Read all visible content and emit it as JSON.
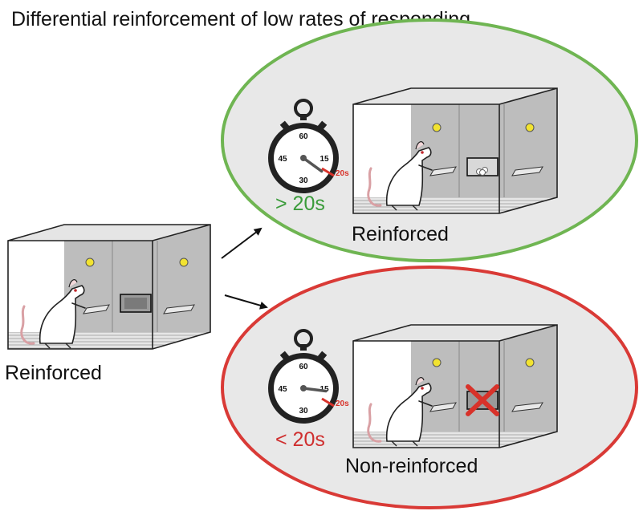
{
  "title": "Differential reinforcement of low rates of responding",
  "initial": {
    "label": "Reinforced"
  },
  "outcomes": [
    {
      "condition": "> 20s",
      "label": "Reinforced",
      "border_color": "#6fb552",
      "condition_color": "#3a9b3a",
      "timer": {
        "marks": [
          "60",
          "15",
          "30",
          "45"
        ],
        "threshold": "20s",
        "elapsed_fraction": 0.35
      },
      "food_delivered": true
    },
    {
      "condition": "< 20s",
      "label": "Non-reinforced",
      "border_color": "#d93a36",
      "condition_color": "#cf2e2e",
      "timer": {
        "marks": [
          "60",
          "15",
          "30",
          "45"
        ],
        "threshold": "20s",
        "elapsed_fraction": 0.27
      },
      "food_delivered": false
    }
  ],
  "colors": {
    "threshold_mark": "#d8322a",
    "light": "#f2e330",
    "panel": "#a9a9a9",
    "cross": "#d8322a"
  },
  "icons": [
    "stopwatch-icon",
    "rat-icon",
    "food-pellet-icon",
    "cross-icon",
    "arrow-icon"
  ]
}
